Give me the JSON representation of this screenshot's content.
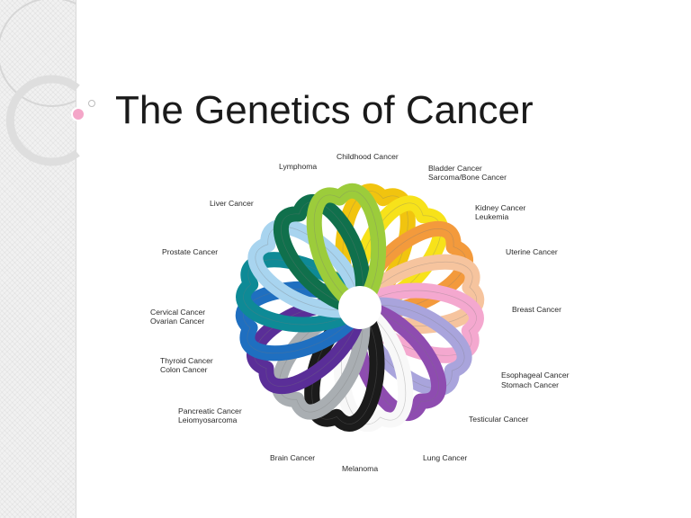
{
  "slide": {
    "title": "The Genetics of Cancer"
  },
  "colors": {
    "background": "#ffffff",
    "side_strip": "#f1f1f1",
    "bullet": "#f4a6c8"
  },
  "diagram": {
    "ribbons": [
      {
        "name": "Childhood Cancer",
        "color": "#f1c40f"
      },
      {
        "name": "Bladder Cancer / Sarcoma/Bone Cancer",
        "color": "#f7e21a"
      },
      {
        "name": "Kidney Cancer / Leukemia",
        "color": "#f39a3c"
      },
      {
        "name": "Uterine Cancer",
        "color": "#f6c49e"
      },
      {
        "name": "Breast Cancer",
        "color": "#f4a8cf"
      },
      {
        "name": "Esophageal Cancer / Stomach Cancer",
        "color": "#a9a4dc"
      },
      {
        "name": "Testicular Cancer",
        "color": "#8e4cb0"
      },
      {
        "name": "Lung Cancer",
        "color": "#f8f8f8"
      },
      {
        "name": "Melanoma",
        "color": "#1b1b1b"
      },
      {
        "name": "Brain Cancer",
        "color": "#a9aeb2"
      },
      {
        "name": "Pancreatic Cancer / Leiomyosarcoma",
        "color": "#5a2e98"
      },
      {
        "name": "Thyroid Cancer / Colon Cancer",
        "color": "#1f6fc0"
      },
      {
        "name": "Cervical Cancer / Ovarian Cancer",
        "color": "#0e8a96"
      },
      {
        "name": "Prostate Cancer",
        "color": "#a8d4ef"
      },
      {
        "name": "Liver Cancer",
        "color": "#10704c"
      },
      {
        "name": "Lymphoma",
        "color": "#9ccc3b"
      }
    ],
    "labels": {
      "childhood": "Childhood Cancer",
      "lymphoma": "Lymphoma",
      "bladder": "Bladder Cancer",
      "sarcoma": "Sarcoma/Bone Cancer",
      "liver": "Liver Cancer",
      "kidney": "Kidney Cancer",
      "leukemia": "Leukemia",
      "prostate": "Prostate Cancer",
      "uterine": "Uterine Cancer",
      "cervical": "Cervical Cancer",
      "ovarian": "Ovarian Cancer",
      "breast": "Breast Cancer",
      "thyroid": "Thyroid Cancer",
      "colon": "Colon Cancer",
      "esophageal": "Esophageal Cancer",
      "stomach": "Stomach Cancer",
      "pancreatic": "Pancreatic Cancer",
      "leiomyosarcoma": "Leiomyosarcoma",
      "testicular": "Testicular Cancer",
      "brain": "Brain Cancer",
      "lung": "Lung Cancer",
      "melanoma": "Melanoma"
    }
  }
}
